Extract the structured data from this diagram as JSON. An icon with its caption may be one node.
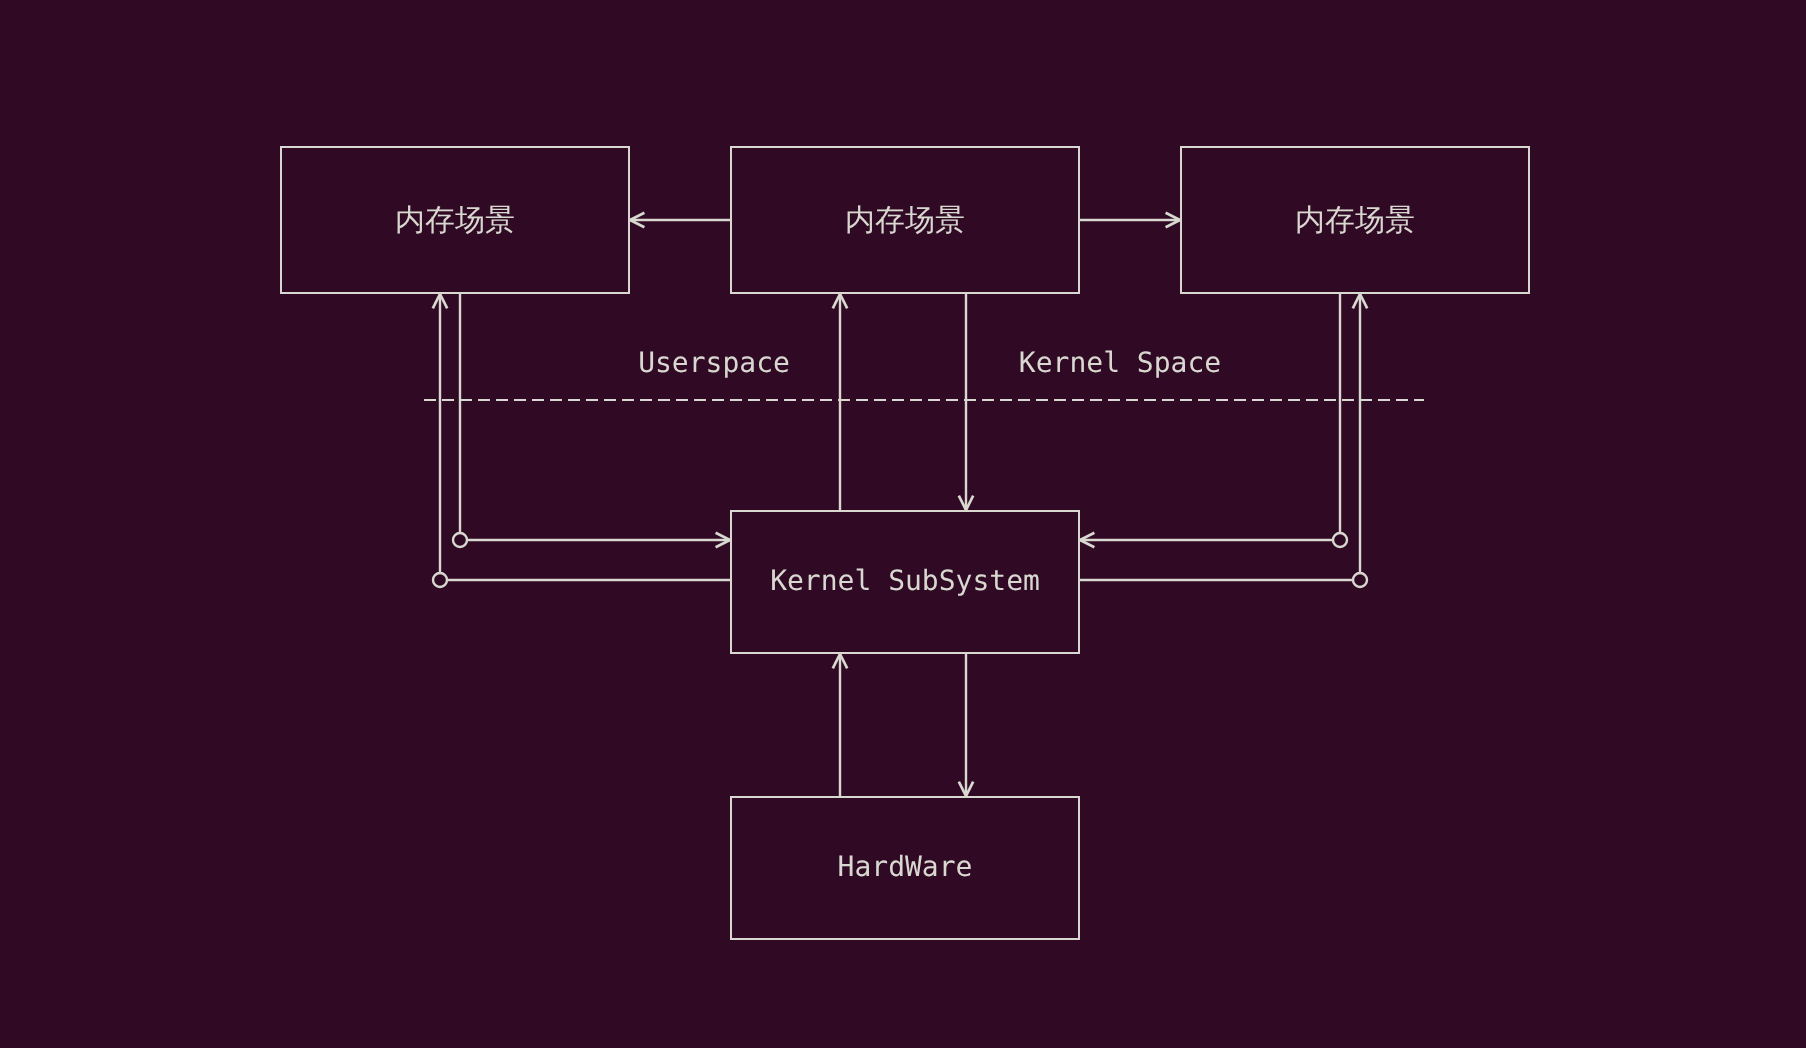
{
  "diagram": {
    "nodes": [
      {
        "text": [
          "内存场景"
        ]
      },
      {
        "text": [
          "内存场景"
        ]
      },
      {
        "text": [
          "内存场景"
        ]
      },
      {
        "text": [
          "Kernel SubSystem"
        ]
      },
      {
        "text": [
          "HardWare"
        ]
      }
    ],
    "edges": [
      {
        "from": 1,
        "to": 0,
        "arrow": "to"
      },
      {
        "from": 1,
        "to": 2,
        "arrow": "to"
      },
      {
        "from": 0,
        "to": 3,
        "arrow": "to"
      },
      {
        "from": 3,
        "to": 0,
        "arrow": "to"
      },
      {
        "from": 2,
        "to": 3,
        "arrow": "to"
      },
      {
        "from": 3,
        "to": 2,
        "arrow": "to"
      },
      {
        "from": 3,
        "to": 1,
        "arrow": "to"
      },
      {
        "from": 1,
        "to": 3,
        "arrow": "to"
      },
      {
        "from": 4,
        "to": 3,
        "arrow": "to"
      },
      {
        "from": 3,
        "to": 4,
        "arrow": "to"
      }
    ],
    "labels": [
      "Userspace",
      "Kernel Space"
    ]
  }
}
